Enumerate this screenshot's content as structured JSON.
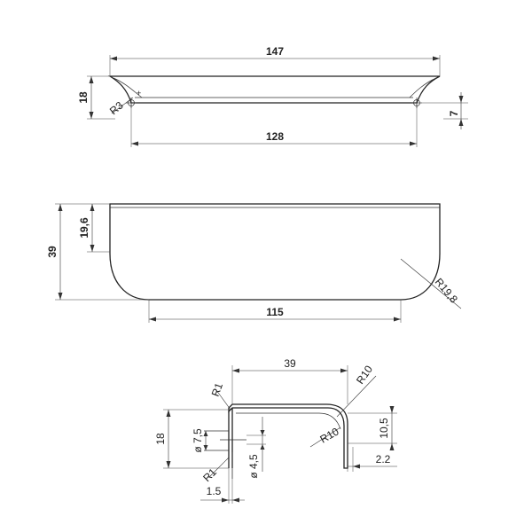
{
  "top_view": {
    "overall_length": "147",
    "height": "18",
    "hole_spacing": "128",
    "hole_offset": "7",
    "corner_radius": "R3"
  },
  "front_view": {
    "height": "39",
    "upper_height": "19,6",
    "bottom_length": "115",
    "bottom_radius": "R19,8"
  },
  "section_view": {
    "width": "39",
    "height": "18",
    "inner_radius_top": "R10",
    "inner_radius": "R10",
    "lip_height": "10,5",
    "lip_thickness": "2.2",
    "corner_radius_top": "R1",
    "corner_radius_bottom": "R1",
    "counterbore_dia": "ø 7,5",
    "hole_dia": "ø 4,5",
    "wall": "1.5"
  }
}
